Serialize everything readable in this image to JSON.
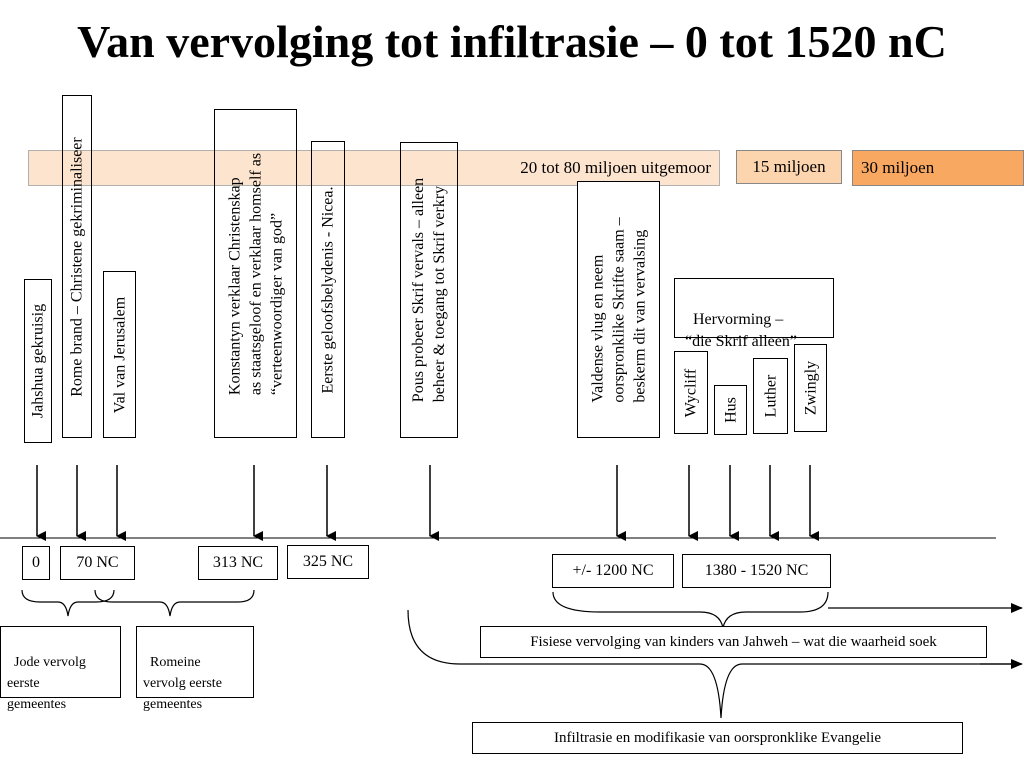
{
  "title": "Van vervolging tot infiltrasie – 0 tot 1520 nC",
  "bars": {
    "b1": "20 tot 80 miljoen uitgemoor",
    "b2": "15 miljoen",
    "b3": "30 miljoen"
  },
  "events": {
    "e1": "Jahshua gekruisig",
    "e2": "Rome brand – Christene gekriminaliseer",
    "e3": "Val van Jerusalem",
    "e4": "Konstantyn verklaar Christenskap\nas staatsgeloof en verklaar homself as\n“verteenwoordiger van god”",
    "e5": "Eerste geloofsbelydenis - Nicea.",
    "e6": "Pous probeer Skrif vervals – alleen\nbeheer & toegang tot Skrif verkry",
    "e7": "Valdense vlug en neem\noorspronklike Skrifte saam –\nbeskerm dit van vervalsing",
    "reformation": "Hervorming –\n“die Skrif alleen”",
    "wycliff": "Wycliff",
    "hus": "Hus",
    "luther": "Luther",
    "zwingly": "Zwingly"
  },
  "dates": {
    "d0": "0",
    "d70": "70 NC",
    "d313": "313 NC",
    "d325": "325 NC",
    "d1200": "+/- 1200 NC",
    "d1380": "1380 - 1520 NC"
  },
  "notes": {
    "jews": "Jode vervolg\neerste\ngemeentes",
    "romans": "Romeine\nvervolg eerste\ngemeentes",
    "physical": "Fisiese vervolging van kinders van Jahweh – wat die waarheid soek",
    "infiltration": "Infiltrasie en modifikasie van oorspronklike Evangelie"
  },
  "colors": {
    "bar_light": "#fde4cf",
    "bar_mid": "#fcd4ae",
    "bar_dark": "#f9a862"
  }
}
